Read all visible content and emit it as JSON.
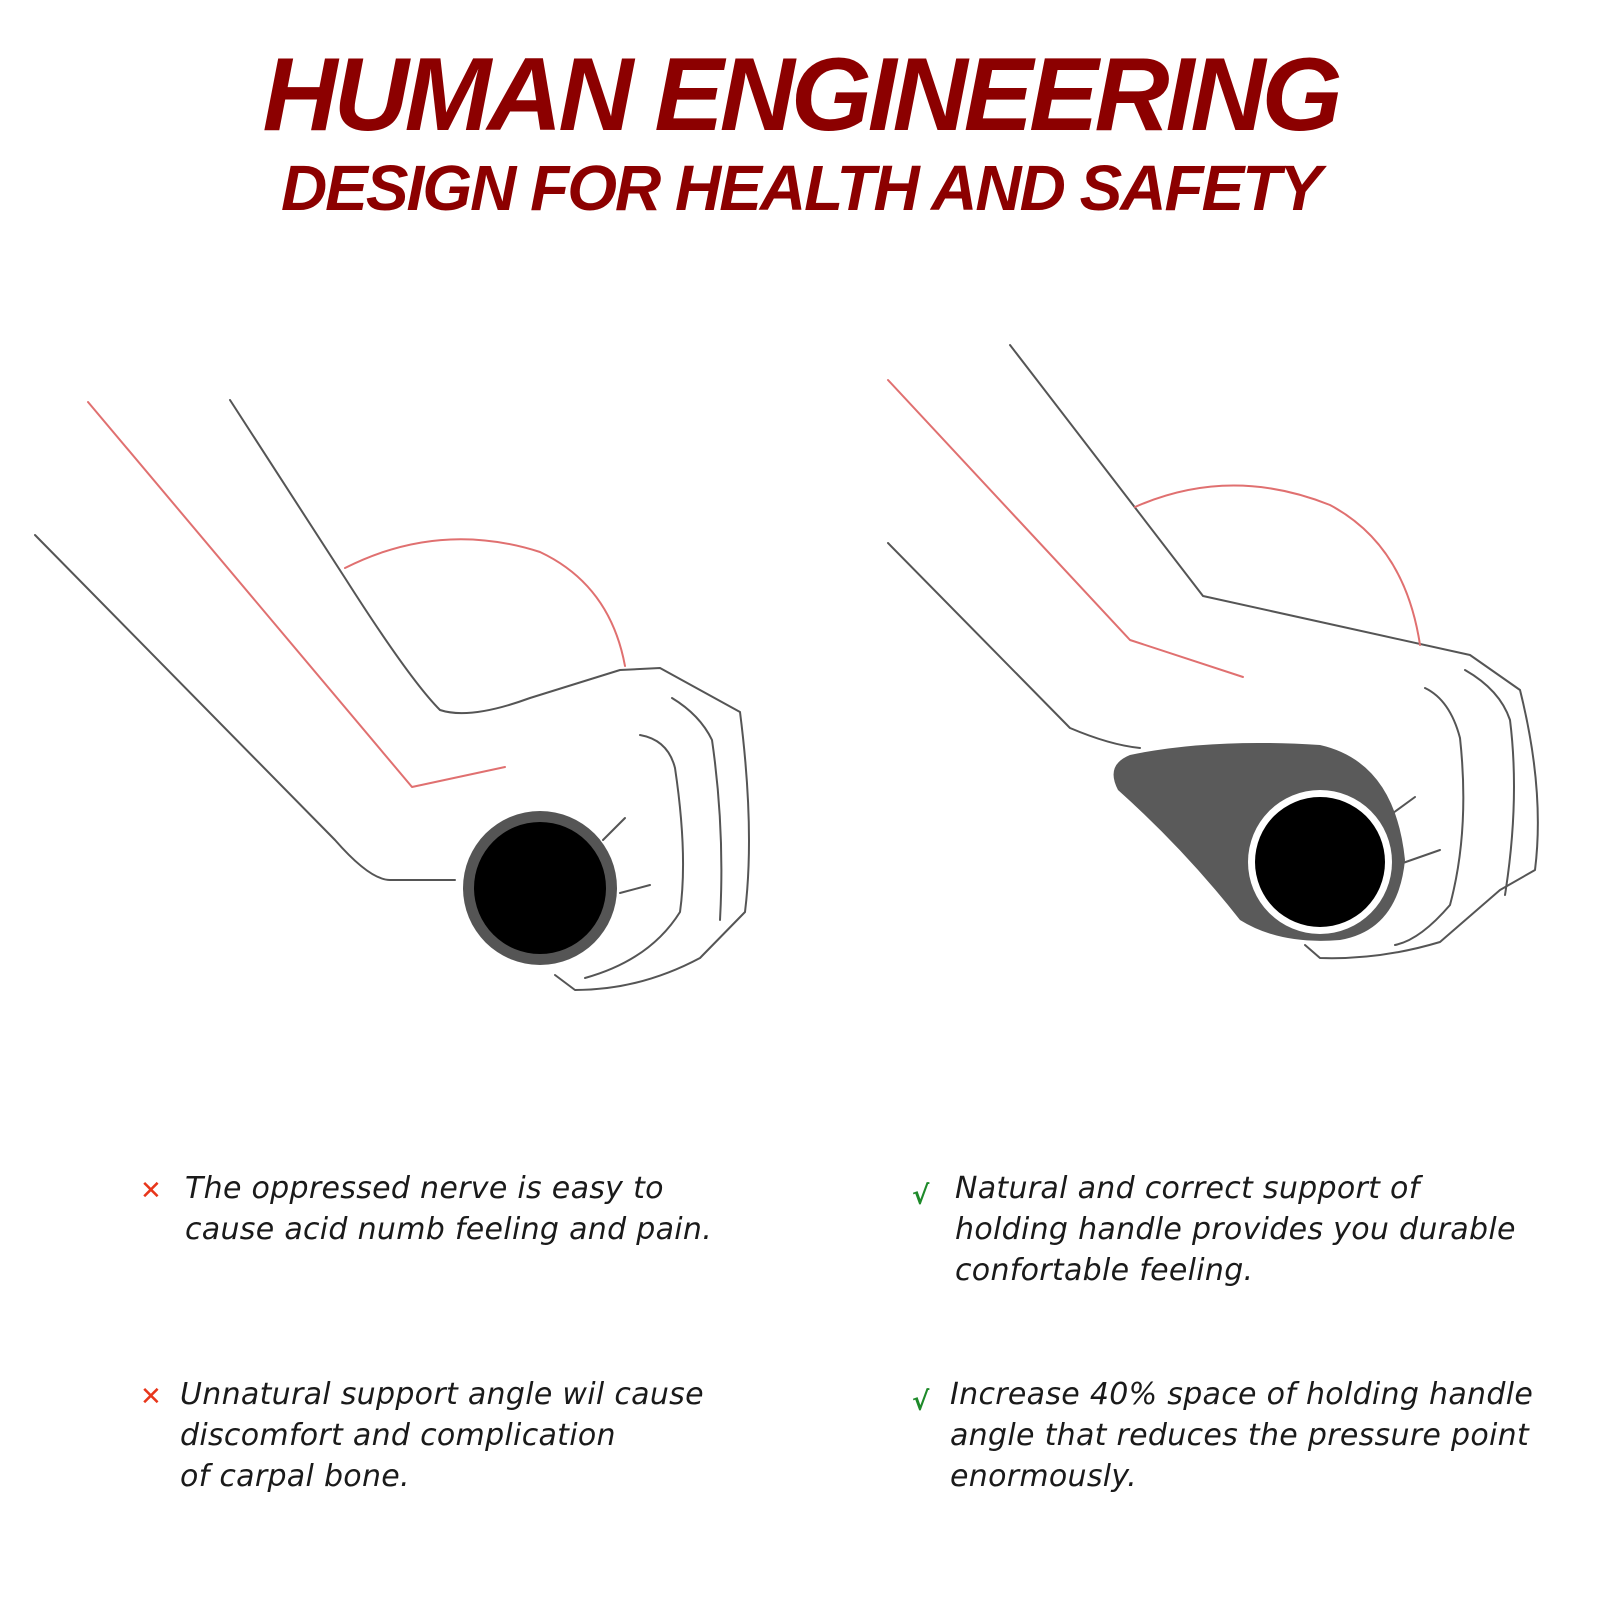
{
  "title": {
    "main": "HUMAN ENGINEERING",
    "sub": "DESIGN FOR HEALTH AND SAFETY"
  },
  "colors": {
    "title": "#8c0000",
    "bad_marker": "#e8361b",
    "good_marker": "#1e8a2a",
    "angle_arc": "#e07070",
    "grip_dark": "#5a5a5a"
  },
  "icons": {
    "bad": "cross-mark-icon",
    "good": "check-mark-icon"
  },
  "points": {
    "bad": [
      {
        "marker": "✕",
        "lines": [
          "The oppressed nerve is easy to",
          "cause acid numb feeling and pain."
        ]
      },
      {
        "marker": "✕",
        "lines": [
          "Unnatural support angle wil cause",
          "discomfort and complication",
          "of carpal bone."
        ]
      }
    ],
    "good": [
      {
        "marker": "√",
        "lines": [
          "Natural and correct support of",
          "holding handle provides you durable",
          "confortable feeling."
        ]
      },
      {
        "marker": "√",
        "lines": [
          "Increase 40% space of holding handle",
          "angle that reduces the pressure point",
          "enormously."
        ]
      }
    ]
  }
}
